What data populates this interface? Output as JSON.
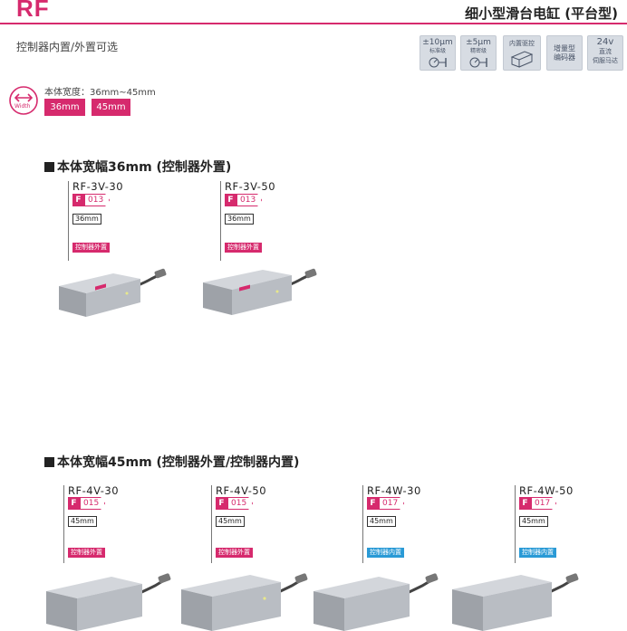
{
  "brand": "RF",
  "product_title": "细小型滑台电缸 (平台型)",
  "subtitle": "控制器内置/外置可选",
  "features": [
    {
      "top": "±10μm",
      "bottom": "标准级",
      "icon": "dial-gauge-icon"
    },
    {
      "top": "±5μm",
      "bottom": "精密级",
      "icon": "dial-gauge-icon"
    },
    {
      "top": "内置驱控",
      "bottom": "",
      "icon": "controller-box-icon"
    },
    {
      "top": "增量型",
      "bottom": "编码器",
      "icon": ""
    },
    {
      "top": "24v",
      "mid": "直流",
      "bottom": "伺服马达",
      "icon": ""
    }
  ],
  "width": {
    "icon_text": "Width",
    "label": "本体宽度：36mm~45mm",
    "options": [
      "36mm",
      "45mm"
    ]
  },
  "sections": [
    {
      "title": "本体宽幅36mm (控制器外置)",
      "products": [
        {
          "model": "RF-3V-30",
          "page_prefix": "F",
          "page": "013",
          "width": "36mm",
          "controller": "控制器外置",
          "ctype": "ext"
        },
        {
          "model": "RF-3V-50",
          "page_prefix": "F",
          "page": "013",
          "width": "36mm",
          "controller": "控制器外置",
          "ctype": "ext"
        }
      ]
    },
    {
      "title": "本体宽幅45mm (控制器外置/控制器内置)",
      "products": [
        {
          "model": "RF-4V-30",
          "page_prefix": "F",
          "page": "015",
          "width": "45mm",
          "controller": "控制器外置",
          "ctype": "ext"
        },
        {
          "model": "RF-4V-50",
          "page_prefix": "F",
          "page": "015",
          "width": "45mm",
          "controller": "控制器外置",
          "ctype": "ext"
        },
        {
          "model": "RF-4W-30",
          "page_prefix": "F",
          "page": "017",
          "width": "45mm",
          "controller": "控制器内置",
          "ctype": "int"
        },
        {
          "model": "RF-4W-50",
          "page_prefix": "F",
          "page": "017",
          "width": "45mm",
          "controller": "控制器内置",
          "ctype": "int"
        }
      ]
    }
  ],
  "colors": {
    "accent": "#d62a6d",
    "internal": "#2a9ad6",
    "feature_bg": "#d7dce3"
  }
}
